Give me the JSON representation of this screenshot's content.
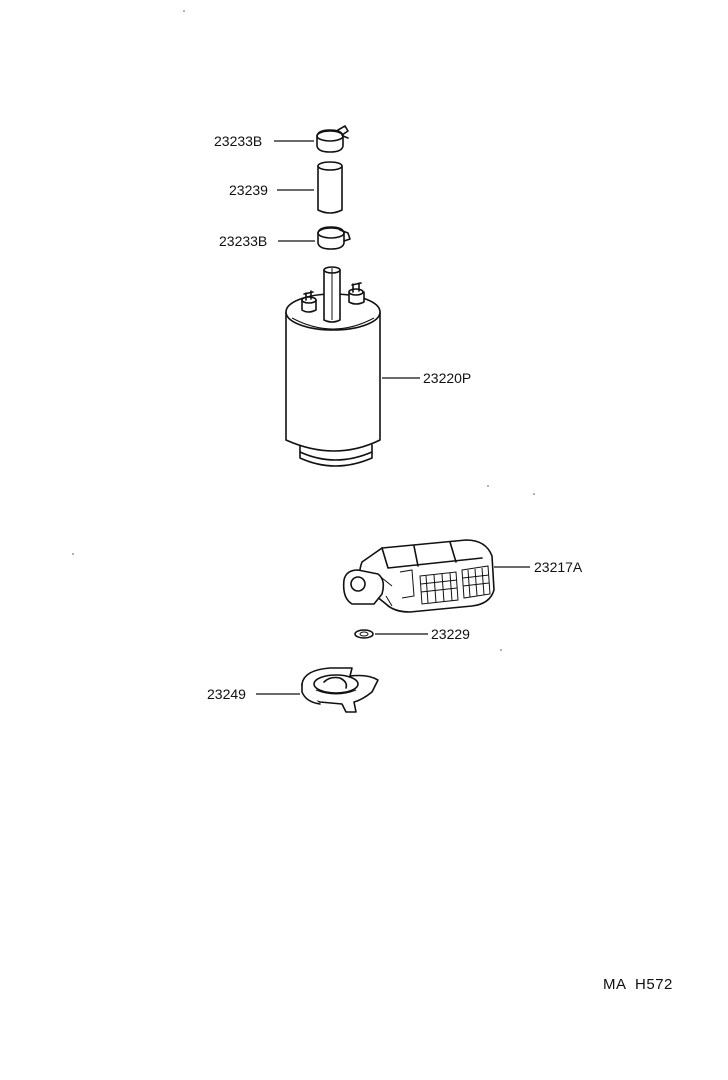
{
  "diagram": {
    "parts": [
      {
        "id": "clamp-upper",
        "number": "23233B"
      },
      {
        "id": "hose",
        "number": "23239"
      },
      {
        "id": "clamp-lower",
        "number": "23233B"
      },
      {
        "id": "fuel-pump",
        "number": "23220P"
      },
      {
        "id": "filter",
        "number": "23217A"
      },
      {
        "id": "clip",
        "number": "23229"
      },
      {
        "id": "cushion",
        "number": "23249"
      }
    ],
    "reference": {
      "prefix": "MA",
      "code": "H572"
    }
  }
}
